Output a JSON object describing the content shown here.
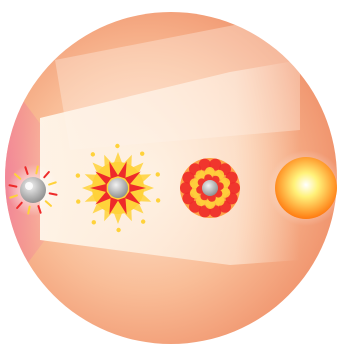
{
  "colors": {
    "background": "#ffffff",
    "disc_center": "#fde6d2",
    "disc_mid": "#f9bd97",
    "disc_edge": "#ef8f68",
    "light_beam": "#fff6ea",
    "pink_flare": "#f06fa0",
    "nucleus_light": "#f2f2f2",
    "nucleus_dark": "#8a8a8a",
    "spike_yellow": "#ffd23a",
    "spike_red": "#ee2a2a",
    "fireball_core": "#fff27a",
    "fireball_edge": "#ff7a10"
  },
  "stages": [
    {
      "name": "particle",
      "icon": "grey-particle-with-sparks"
    },
    {
      "name": "burst",
      "icon": "yellow-red-burst-with-particle"
    },
    {
      "name": "cluster",
      "icon": "red-yellow-cluster"
    },
    {
      "name": "fireball",
      "icon": "glowing-orange-sphere"
    }
  ]
}
